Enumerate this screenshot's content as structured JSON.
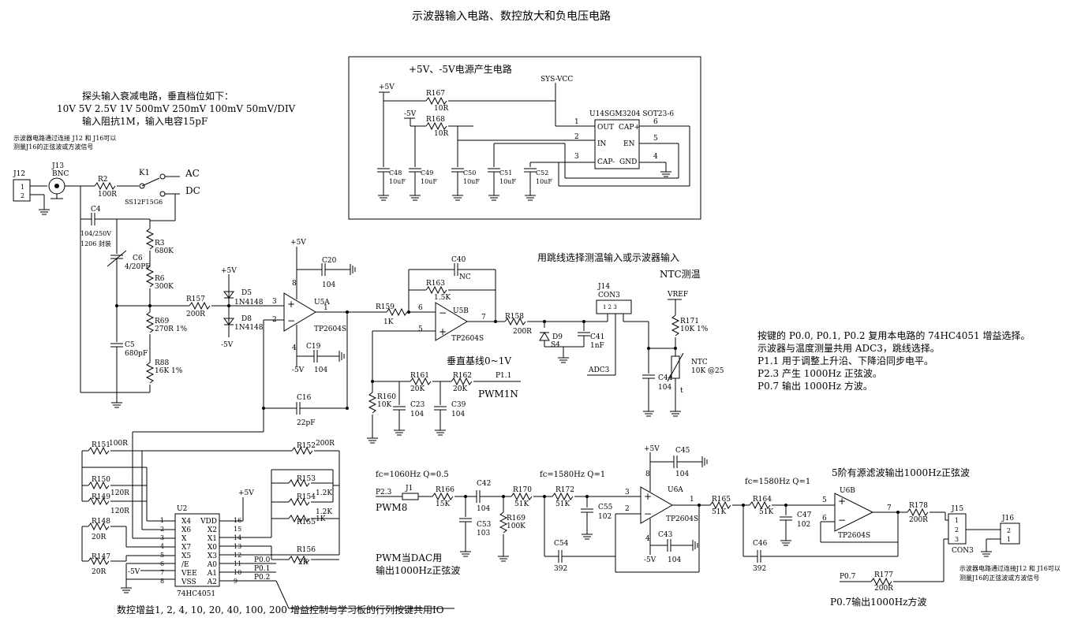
{
  "title": "示波器输入电路、数控放大和负电压电路",
  "notes": {
    "probe1": "探头输入衰减电路，垂直档位如下：",
    "probe2": "10V 5V 2.5V 1V 500mV 250mV 100mV 50mV/DIV",
    "probe3": "输入阻抗1M，输入电容15pF",
    "conn1": "示波器电路通过连接 J12 和 J16可以",
    "conn2": "测量J16的正弦波或方波信号",
    "power_box": "+5V、-5V电源产生电路",
    "jumper": "用跳线选择测温输入或示波器输入",
    "ntc": "NTC测温",
    "baseline": "垂直基线0~1V",
    "gain": "数控增益1, 2, 4, 10, 20, 40, 100, 200",
    "gainctrl": "增益控制与学习板的行列按键共用IO",
    "fc1": "fc=1060Hz Q=0.5",
    "fc2": "fc=1580Hz Q=1",
    "fc3": "fc=1580Hz Q=1",
    "lpf": "5阶有源滤波输出1000Hz正弦波",
    "dac1": "PWM当DAC用",
    "dac2": "输出1000Hz正弦波",
    "sq": "P0.7输出1000Hz方波",
    "conn3": "示波器电路通过连接J12 和 J16可以",
    "conn4": "测量J16的正弦波或方波信号",
    "key1": "按键的 P0.0, P0.1, P0.2 复用本电路的 74HC4051 增益选择。",
    "key2": "示波器与温度测量共用 ADC3，跳线选择。",
    "key3": "P1.1 用于调整上升沿、下降沿同步电平。",
    "key4": "P2.3 产生 1000Hz 正弦波。",
    "key5": "P0.7 输出 1000Hz 方波。"
  },
  "components": {
    "J12": "J12",
    "J13": "J13",
    "BNC": "BNC",
    "R2": "R2",
    "R2v": "100R",
    "K1": "K1",
    "AC": "AC",
    "DC": "DC",
    "SS": "SS12F15G6",
    "C4": "C4",
    "C4v": "104/250V",
    "C4p": "1206 封装",
    "C6": "C6",
    "C6v": "4/20PF",
    "R3": "R3",
    "R3v": "680K",
    "R6": "R6",
    "R6v": "300K",
    "R69": "R69",
    "R69v": "270R 1%",
    "C5": "C5",
    "C5v": "680pF",
    "R88": "R88",
    "R88v": "16K 1%",
    "R157": "R157",
    "R157v": "200R",
    "D5": "D5",
    "D8": "D8",
    "D1N": "1N4148",
    "p5": "+5V",
    "m5": "-5V",
    "U5A": "U5A",
    "TP": "TP2604S",
    "C20": "C20",
    "C19": "C19",
    "v104": "104",
    "R159": "R159",
    "R159v": "1K",
    "U5B": "U5B",
    "R163": "R163",
    "R163v": "1.5K",
    "C40": "C40",
    "NC": "NC",
    "R158": "R158",
    "R158v": "200R",
    "D9": "D9",
    "S4": "S4",
    "C41": "C41",
    "C41v": "1nF",
    "J14": "J14",
    "CON3": "CON3",
    "ADC3": "ADC3",
    "VREF": "VREF",
    "R171": "R171",
    "R171v": "10K 1%",
    "NTC": "NTC",
    "NTCv": "10K @25",
    "C44": "C44",
    "t": "t",
    "R161": "R161",
    "R162": "R162",
    "v20K": "20K",
    "P11": "P1.1",
    "PWM1N": "PWM1N",
    "R160": "R160",
    "v10K": "10K",
    "C23": "C23",
    "C39": "C39",
    "C16": "C16",
    "C16v": "22pF",
    "R151": "R151",
    "R152": "R152",
    "R153": "R153",
    "R154": "R154",
    "R155": "R155",
    "R156": "R156",
    "R150": "R150",
    "R149": "R149",
    "R148": "R148",
    "R147": "R147",
    "v100R": "100R",
    "v200R": "200R",
    "v120R": "120R",
    "v12K": "1.2K",
    "v1K": "1K",
    "v20R": "20R",
    "v2K": "2K",
    "U2": "U2",
    "U2part": "74HC4051",
    "U2pins_l": [
      "X4",
      "X6",
      "X",
      "X7",
      "X5",
      "/E",
      "VEE",
      "VSS"
    ],
    "U2pins_r": [
      "VDD",
      "X2",
      "X1",
      "X0",
      "X3",
      "A0",
      "A1",
      "A2"
    ],
    "U2nums_l": [
      "1",
      "2",
      "3",
      "4",
      "5",
      "6",
      "7",
      "8"
    ],
    "U2nums_r": [
      "16",
      "15",
      "14",
      "13",
      "12",
      "11",
      "10",
      "9"
    ],
    "P00": "P0.0",
    "P01": "P0.1",
    "P02": "P0.2",
    "SYS": "SYS-VCC",
    "R167": "R167",
    "R168": "R168",
    "v10R": "10R",
    "U14": "U14",
    "SGM": "SGM3204 SOT23-6",
    "U14pins": [
      "OUT",
      "IN",
      "CAP-",
      "CAP+",
      "EN",
      "GND"
    ],
    "C48": "C48",
    "C49": "C49",
    "C50": "C50",
    "C51": "C51",
    "C52": "C52",
    "v10uF": "10uF",
    "P23": "P2.3",
    "PWM8": "PWM8",
    "J1": "J1",
    "R166": "R166",
    "v15K": "15K",
    "C42": "C42",
    "C53": "C53",
    "v103": "103",
    "R169": "R169",
    "v100K": "100K",
    "R170": "R170",
    "R172": "R172",
    "v51K": "51K",
    "C55": "C55",
    "v102": "102",
    "C54": "C54",
    "v392": "392",
    "U6A": "U6A",
    "C45": "C45",
    "C43": "C43",
    "R165": "R165",
    "R164": "R164",
    "C47": "C47",
    "C46": "C46",
    "U6B": "U6B",
    "R178": "R178",
    "J15": "J15",
    "J16": "J16",
    "P07": "P0.7",
    "R177": "R177"
  }
}
